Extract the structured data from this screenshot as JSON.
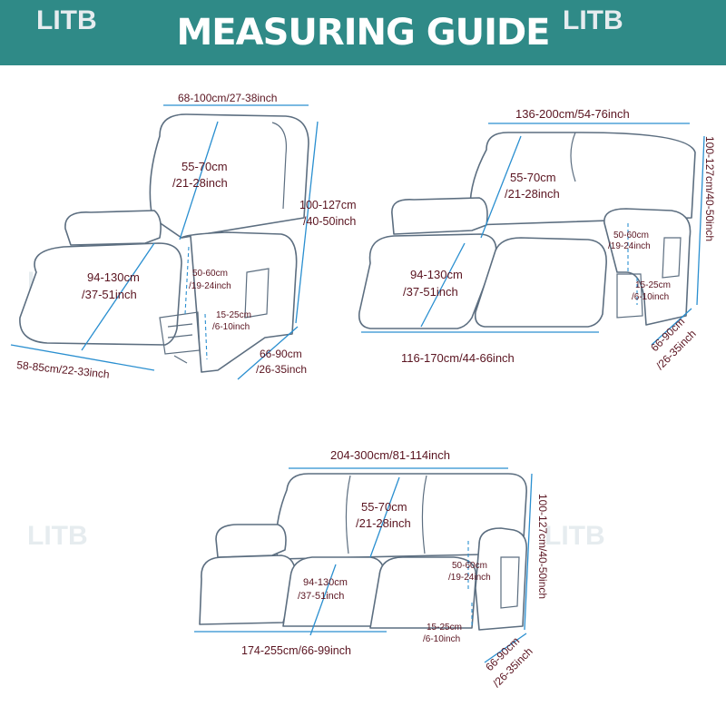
{
  "header": {
    "title": "MEASURING GUIDE",
    "background": "#2f8a87"
  },
  "watermark": "LITB",
  "colors": {
    "label": "#5a1420",
    "dimension_line": "#2a8fd0",
    "outline": "#5c6e80"
  },
  "recliner": {
    "back_width": "68-100cm/27-38inch",
    "back_height_cm": "55-70cm",
    "back_height_in": "/21-28inch",
    "total_height_cm": "100-127cm",
    "total_height_in": "/40-50inch",
    "footrest_length_cm": "94-130cm",
    "footrest_length_in": "/37-51inch",
    "arm_height_cm": "50-60cm",
    "arm_height_in": "/19-24inch",
    "seat_gap_cm": "15-25cm",
    "seat_gap_in": "/6-10inch",
    "depth_cm": "66-90cm",
    "depth_in": "/26-35inch",
    "front_width": "58-85cm/22-33inch"
  },
  "loveseat": {
    "back_width": "136-200cm/54-76inch",
    "back_height_cm": "55-70cm",
    "back_height_in": "/21-28inch",
    "total_height": "100-127cm/40-50inch",
    "arm_height_cm": "50-60cm",
    "arm_height_in": "/19-24inch",
    "footrest_length_cm": "94-130cm",
    "footrest_length_in": "/37-51inch",
    "seat_gap_cm": "15-25cm",
    "seat_gap_in": "/6-10inch",
    "front_width": "116-170cm/44-66inch",
    "depth_cm": "66-90cm",
    "depth_in": "/26-35inch"
  },
  "sofa": {
    "back_width": "204-300cm/81-114inch",
    "back_height_cm": "55-70cm",
    "back_height_in": "/21-28inch",
    "total_height": "100-127cm/40-50inch",
    "arm_height_cm": "50-60cm",
    "arm_height_in": "/19-24inch",
    "footrest_length_cm": "94-130cm",
    "footrest_length_in": "/37-51inch",
    "seat_gap_cm": "15-25cm",
    "seat_gap_in": "/6-10inch",
    "front_width": "174-255cm/66-99inch",
    "depth_cm": "66-90cm",
    "depth_in": "/26-35inch"
  }
}
